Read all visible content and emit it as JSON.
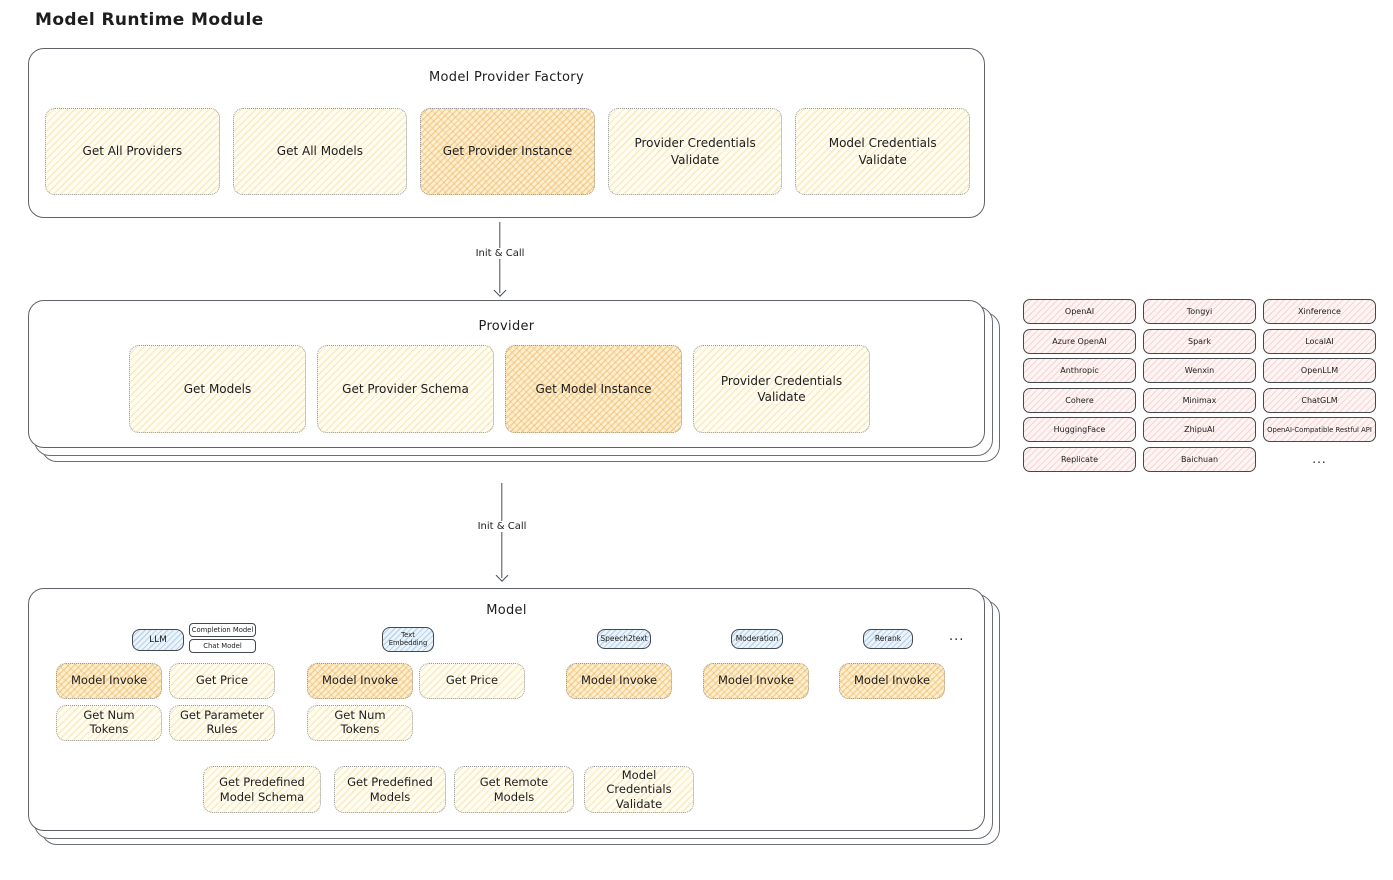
{
  "title": "Model Runtime Module",
  "arrow_label": "Init & Call",
  "factory": {
    "title": "Model Provider Factory",
    "buttons": [
      "Get All Providers",
      "Get All Models",
      "Get Provider Instance",
      "Provider Credentials Validate",
      "Model Credentials Validate"
    ]
  },
  "provider": {
    "title": "Provider",
    "buttons": [
      "Get Models",
      "Get Provider Schema",
      "Get Model Instance",
      "Provider Credentials Validate"
    ]
  },
  "providers_grid": {
    "items": [
      "OpenAI",
      "Tongyi",
      "Xinference",
      "Azure OpenAI",
      "Spark",
      "LocalAI",
      "Anthropic",
      "Wenxin",
      "OpenLLM",
      "Cohere",
      "Minimax",
      "ChatGLM",
      "HuggingFace",
      "ZhipuAI",
      "OpenAI-Compatible Restful API",
      "Replicate",
      "Baichuan"
    ],
    "more": "..."
  },
  "model": {
    "title": "Model",
    "tabs": {
      "llm": "LLM",
      "completion": "Completion Model",
      "chat": "Chat Model",
      "text_embedding": "Text Embedding",
      "speech2text": "Speech2text",
      "moderation": "Moderation",
      "rerank": "Rerank",
      "more": "..."
    },
    "row1": [
      "Model Invoke",
      "Get Price",
      "Model Invoke",
      "Get Price",
      "Model Invoke",
      "Model Invoke",
      "Model Invoke"
    ],
    "row2": [
      "Get Num Tokens",
      "Get Parameter Rules",
      "Get Num Tokens"
    ],
    "bottom": [
      "Get Predefined Model Schema",
      "Get Predefined Models",
      "Get Remote Models",
      "Model Credentials Validate"
    ]
  },
  "colors": {
    "highlight_orange": "#f5c16c",
    "node_yellow": "#fdf6dd",
    "provider_pink": "#fdeeee",
    "tab_blue": "#dcebf8",
    "card_border": "#5f6368"
  }
}
